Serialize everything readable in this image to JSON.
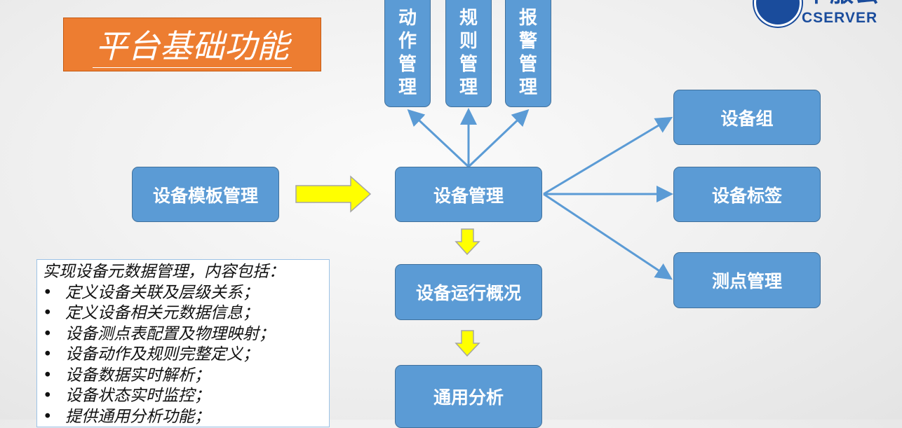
{
  "title": "平台基础功能",
  "logo": {
    "cn": "中服云",
    "en": "CSERVER"
  },
  "boxes": {
    "action": [
      "动",
      "作",
      "管",
      "理"
    ],
    "rule": [
      "规",
      "则",
      "管",
      "理"
    ],
    "alarm": [
      "报",
      "警",
      "管",
      "理"
    ],
    "template": "设备模板管理",
    "device": "设备管理",
    "group": "设备组",
    "tag": "设备标签",
    "point": "测点管理",
    "overview": "设备运行概况",
    "analysis": "通用分析"
  },
  "note": {
    "heading": "实现设备元数据管理，内容包括：",
    "items": [
      "定义设备关联及层级关系；",
      "定义设备相关元数据信息；",
      "设备测点表配置及物理映射；",
      "设备动作及规则完整定义；",
      "设备数据实时解析；",
      "设备状态实时监控；",
      "提供通用分析功能；"
    ]
  },
  "colors": {
    "box": "#5b9bd5",
    "title": "#ed7d31",
    "arrow": "#ffff00",
    "line": "#5b9bd5"
  }
}
